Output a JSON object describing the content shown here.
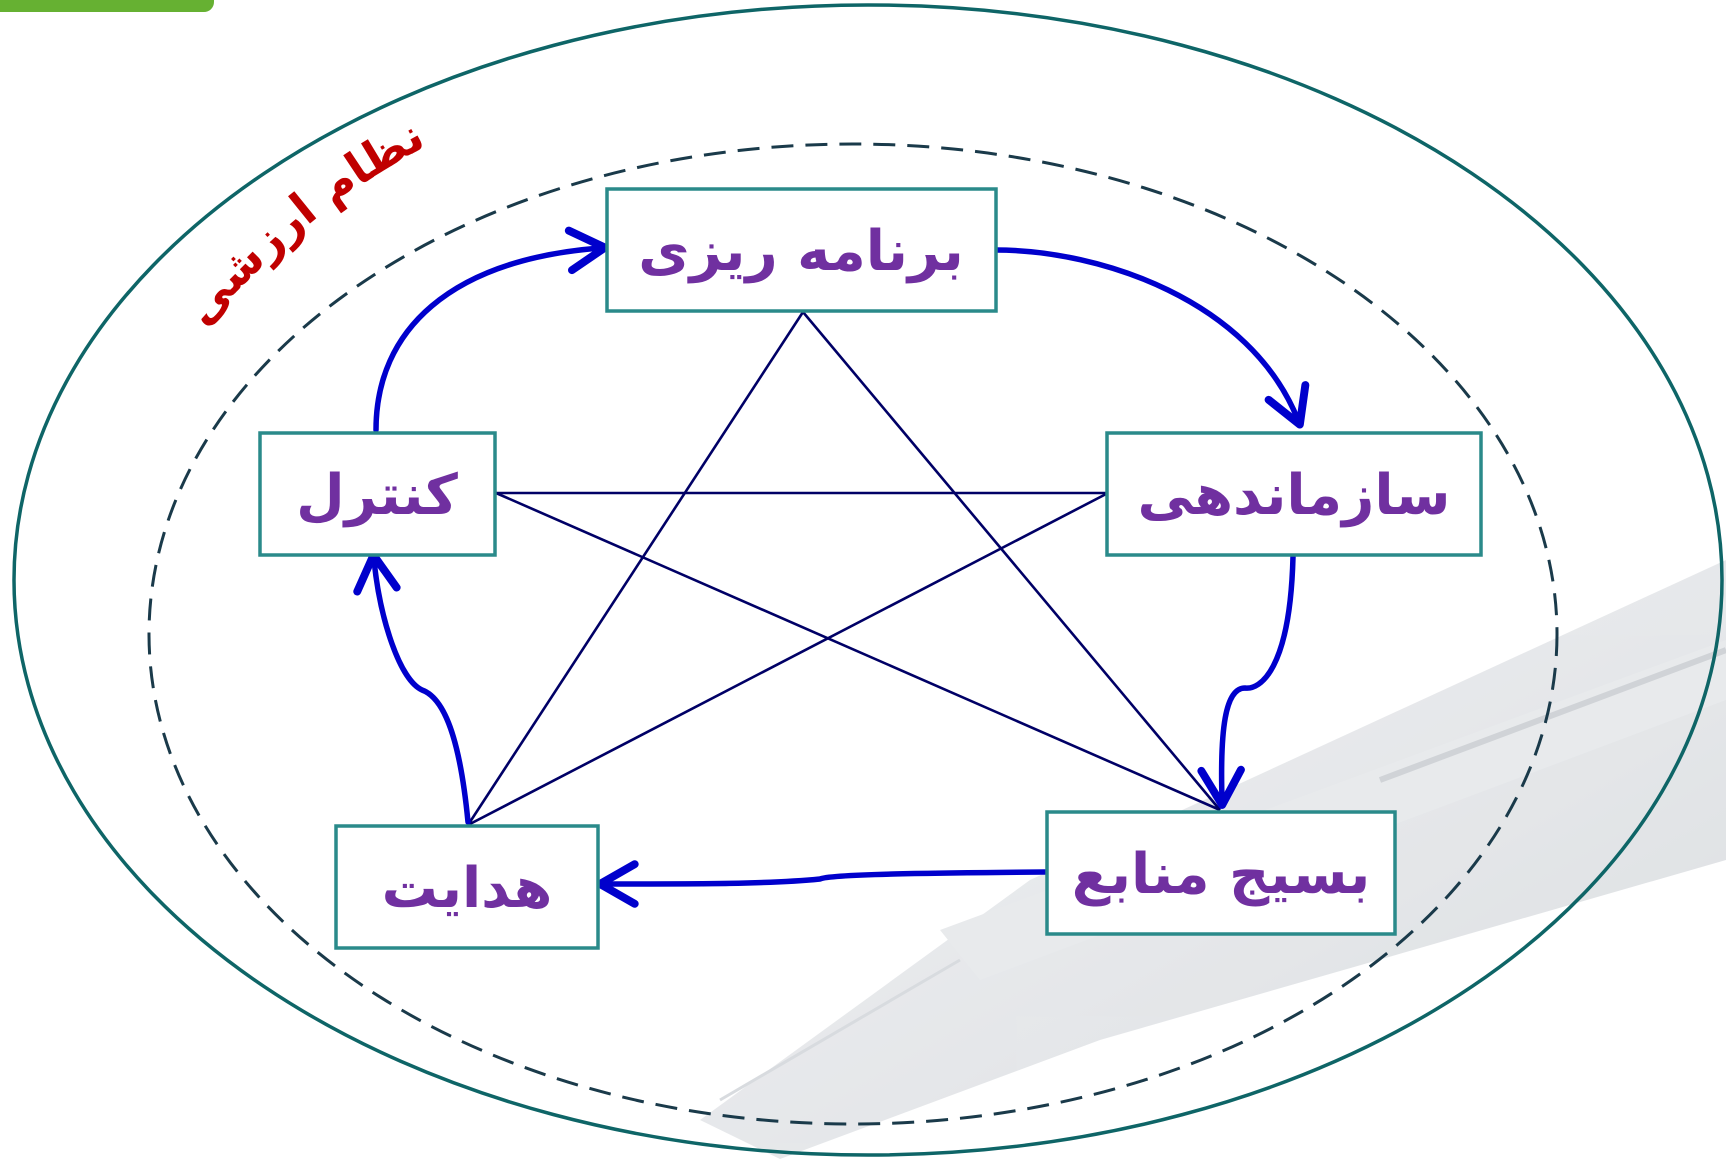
{
  "diagram": {
    "title_arc": "نظام ارزشی",
    "nodes": {
      "planning": "برنامه ریزی",
      "organizing": "سازماندهی",
      "mobilizing": "بسیج منابع",
      "directing": "هدایت",
      "control": "کنترل"
    }
  },
  "colors": {
    "outer_ellipse": "#0e6567",
    "dashed_ellipse": "#1a3a4a",
    "node_border": "#2a8a8a",
    "node_text": "#7030a0",
    "arc_text": "#c00000",
    "cycle_arrows": "#0000cc",
    "star_lines": "#000066",
    "corner_tab": "#66b132",
    "watermark": "#c9cdd2"
  }
}
